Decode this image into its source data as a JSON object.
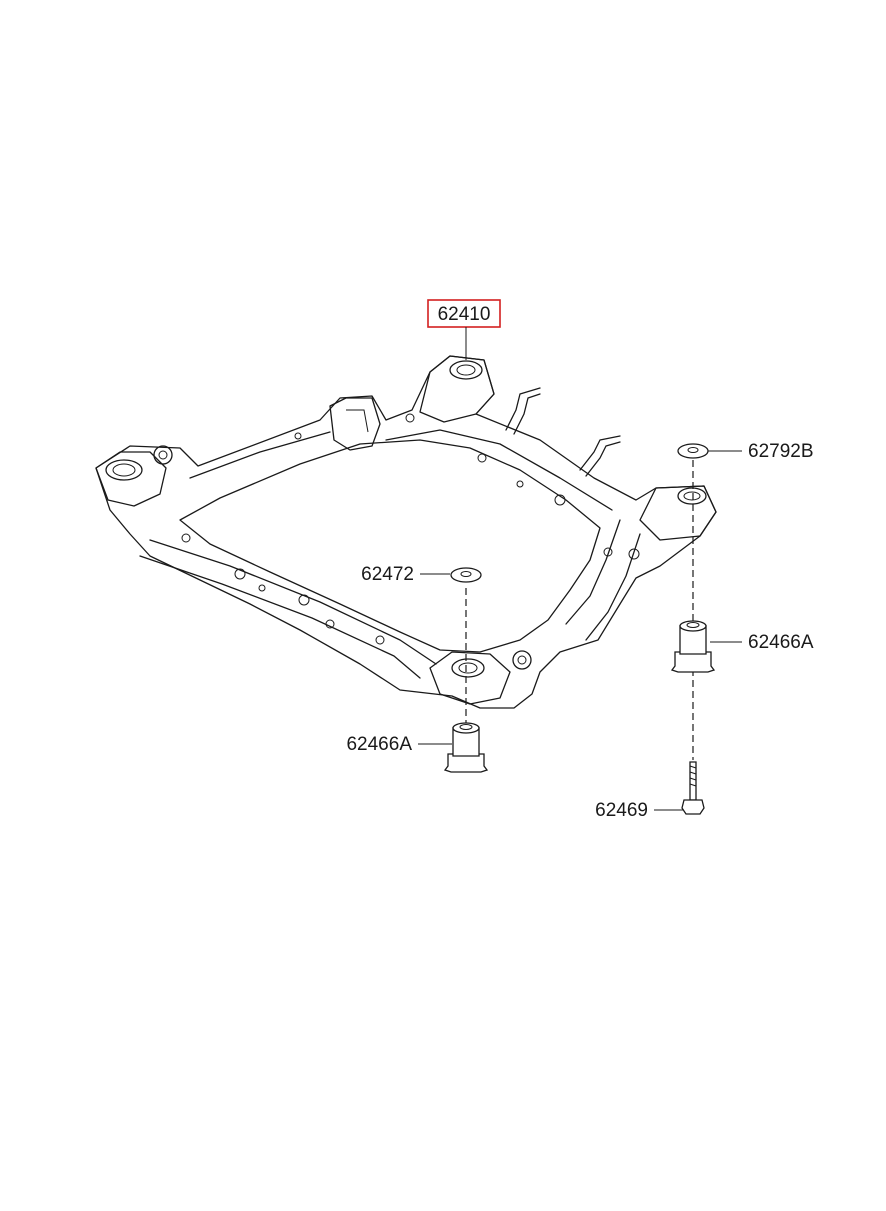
{
  "callouts": {
    "main_frame": "62410",
    "washer_right": "62792B",
    "washer_left": "62472",
    "bushing_right": "62466A",
    "bushing_left": "62466A",
    "bolt": "62469"
  },
  "colors": {
    "line": "#1a1a1a",
    "highlight": "#d32020",
    "background": "#ffffff"
  }
}
